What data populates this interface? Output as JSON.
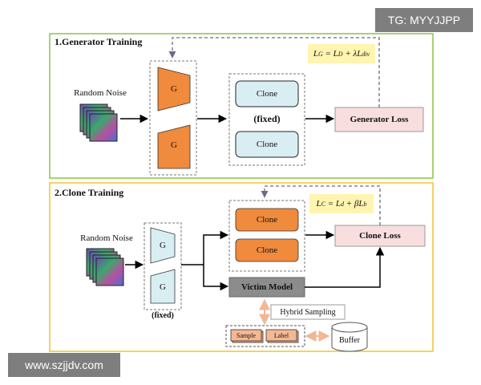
{
  "watermarks": {
    "top": "TG: MYYJJPP",
    "bottom": "www.szjjdv.com"
  },
  "generator_panel": {
    "title": "1.Generator Training",
    "noise_label": "Random Noise",
    "generator_label": "G",
    "clone_label": "Clone",
    "fixed_label": "(fixed)",
    "loss_label": "Generator Loss",
    "formula": {
      "lhs": "L",
      "lhs_sub": "G",
      "op": " = ",
      "t1": "L",
      "t1_sub": "D",
      "plus": " + λ",
      "t2": "L",
      "t2_sub": "div"
    }
  },
  "clone_panel": {
    "title": "2.Clone Training",
    "noise_label": "Random Noise",
    "generator_label": "G",
    "fixed_label": "(fixed)",
    "clone_label": "Clone",
    "victim_label": "Victim Model",
    "loss_label": "Clone Loss",
    "hybrid_label": "Hybrid Sampling",
    "sample_label": "Sample",
    "label_label": "Label",
    "buffer_label": "Buffer",
    "formula": {
      "lhs": "L",
      "lhs_sub": "C",
      "op": " = ",
      "t1": "L",
      "t1_sub": "d",
      "plus": " + β",
      "t2": "L",
      "t2_sub": "b"
    }
  },
  "colors": {
    "generator_panel_border": "#8bc34a",
    "clone_panel_border": "#f2c230",
    "generator_fill": "#f08a3c",
    "clone_fill_light": "#d9eef3",
    "clone_fill_orange": "#f08a3c",
    "fixed_gen_fill": "#d9eef3",
    "victim_fill": "#8c8c8c",
    "loss_fill": "#f8dede",
    "formula_fill": "#fff5b0"
  }
}
